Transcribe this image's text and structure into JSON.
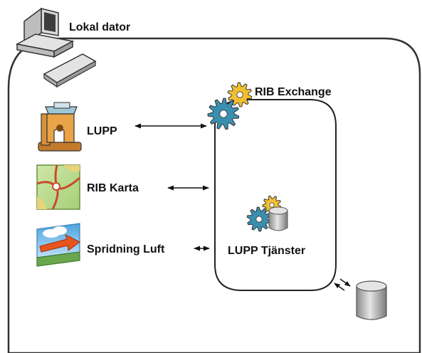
{
  "title": "Lokal dator",
  "exchange": {
    "label": "RIB Exchange"
  },
  "services": {
    "label": "LUPP Tjänster"
  },
  "applications": [
    {
      "id": "lupp",
      "label": "LUPP",
      "icon": "microscope-icon"
    },
    {
      "id": "rib-karta",
      "label": "RIB Karta",
      "icon": "map-icon"
    },
    {
      "id": "spridning-luft",
      "label": "Spridning Luft",
      "icon": "air-dispersion-icon"
    }
  ],
  "icons": {
    "computer": "computer-icon",
    "gears": "gears-icon",
    "database": "database-icon"
  },
  "colors": {
    "outline": "#333333",
    "gear_yellow": "#f0c030",
    "gear_blue": "#3a8fb0",
    "database": "#b8b8b8"
  }
}
